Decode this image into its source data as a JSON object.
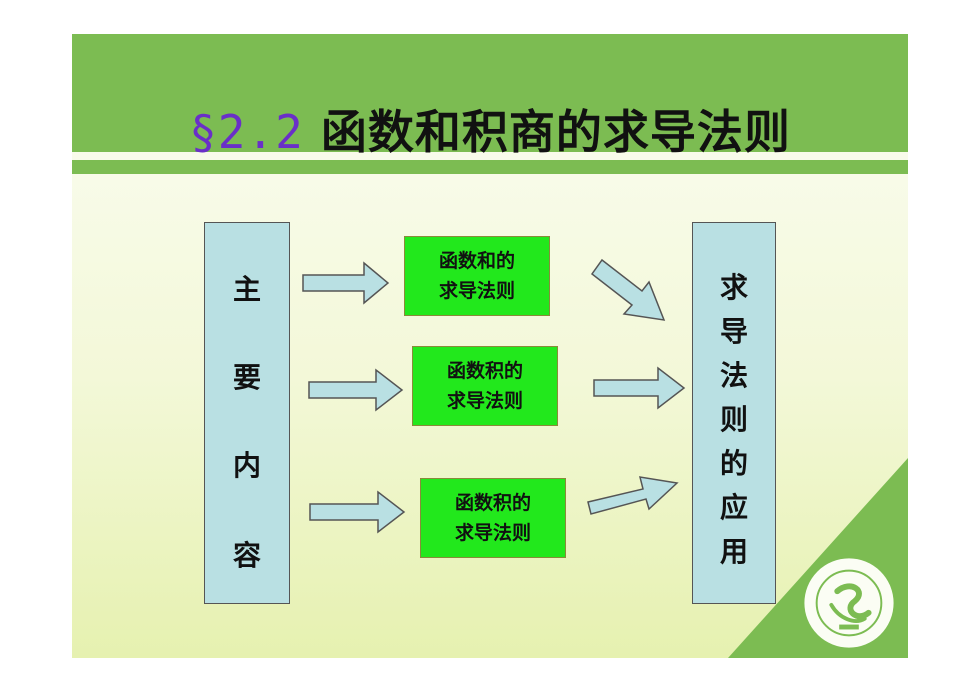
{
  "title": {
    "section": "§2.2",
    "text": "函数和积商的求导法则"
  },
  "left_box": {
    "chars": [
      "主",
      "要",
      "内",
      "容"
    ]
  },
  "right_box": {
    "chars": [
      "求",
      "导",
      "法",
      "则",
      "的",
      "应",
      "用"
    ]
  },
  "items": [
    {
      "line1": "函数和的",
      "line2": "求导法则"
    },
    {
      "line1": "函数积的",
      "line2": "求导法则"
    },
    {
      "line1": "函数积的",
      "line2": "求导法则"
    }
  ],
  "colors": {
    "header": "#7cbc52",
    "box": "#b9e0e3",
    "item": "#22e81c",
    "section": "#6a2fc8"
  }
}
